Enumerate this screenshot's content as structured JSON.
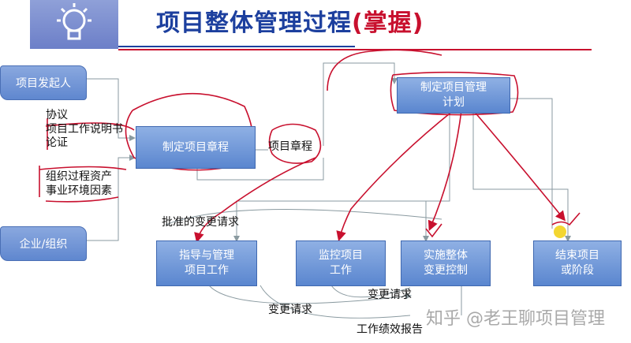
{
  "title": {
    "main": "项目整体管理过程",
    "accent": "(掌握)"
  },
  "logo": {
    "icon": "lightbulb-icon"
  },
  "sources": {
    "sponsor": "项目发起人",
    "enterprise": "企业/组织"
  },
  "inputs": {
    "line1": "协议",
    "line2": "项目工作说明书",
    "line3": "论证",
    "line4": "组织过程资产",
    "line5": "事业环境因素"
  },
  "processes": {
    "charter": "制定项目章程",
    "plan_line1": "制定项目管理",
    "plan_line2": "计划",
    "direct_line1": "指导与管理",
    "direct_line2": "项目工作",
    "monitor_line1": "监控项目",
    "monitor_line2": "工作",
    "change_line1": "实施整体",
    "change_line2": "变更控制",
    "close_line1": "结束项目",
    "close_line2": "或阶段"
  },
  "flow_labels": {
    "charter_output": "项目章程",
    "approved_changes": "批准的变更请求",
    "change_request_1": "变更请求",
    "change_request_2": "变更请求",
    "work_report": "工作绩效报告"
  },
  "watermark": "知乎 @老王聊项目管理",
  "colors": {
    "title_blue": "#1c3f9e",
    "accent_red": "#c8102e",
    "box_blue": "#5a86cf",
    "annotation_red": "#c8102e"
  }
}
